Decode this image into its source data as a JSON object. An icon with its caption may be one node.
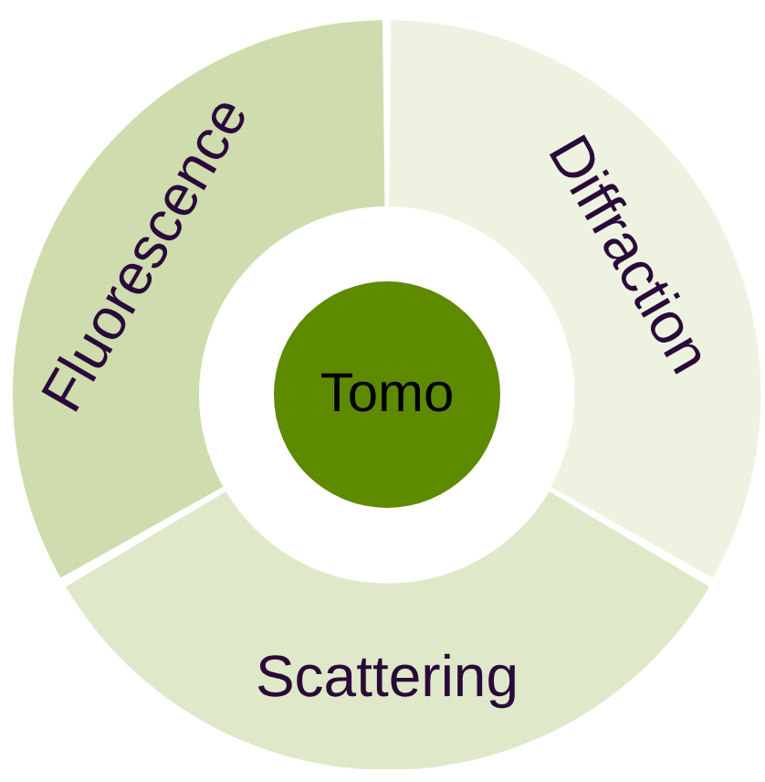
{
  "diagram": {
    "nodes": [
      {
        "text": [
          "Fluorescence"
        ]
      },
      {
        "text": [
          "Diffraction"
        ]
      },
      {
        "text": [
          "Tomo"
        ]
      },
      {
        "text": [
          "Scattering"
        ]
      }
    ]
  }
}
